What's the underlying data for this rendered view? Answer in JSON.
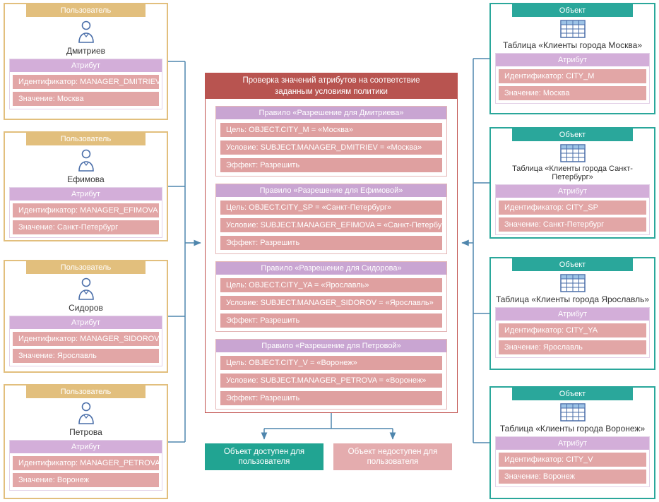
{
  "icons": {
    "user": "person-icon",
    "object": "table-icon"
  },
  "colors": {
    "user_header": "#e2bf7d",
    "object_header": "#2aa79b",
    "attribute_header": "#d3aed9",
    "attribute_row": "#e2a6a6",
    "policy_header": "#b85450",
    "rule_header": "#c9a5d2",
    "rule_row": "#dfa0a0",
    "result_allow": "#21a492",
    "result_deny": "#e4acae",
    "connector": "#4f86ad"
  },
  "users": [
    {
      "header": "Пользователь",
      "name": "Дмитриев",
      "attr_header": "Атрибут",
      "id": "Идентификатор: MANAGER_DMITRIEV",
      "value": "Значение: Москва"
    },
    {
      "header": "Пользователь",
      "name": "Ефимова",
      "attr_header": "Атрибут",
      "id": "Идентификатор: MANAGER_EFIMOVA",
      "value": "Значение: Санкт-Петербург"
    },
    {
      "header": "Пользователь",
      "name": "Сидоров",
      "attr_header": "Атрибут",
      "id": "Идентификатор: MANAGER_SIDOROV",
      "value": "Значение: Ярославль"
    },
    {
      "header": "Пользователь",
      "name": "Петрова",
      "attr_header": "Атрибут",
      "id": "Идентификатор: MANAGER_PETROVA",
      "value": "Значение: Воронеж"
    }
  ],
  "objects": [
    {
      "header": "Объект",
      "title": "Таблица «Клиенты города Москва»",
      "attr_header": "Атрибут",
      "id": "Идентификатор: CITY_M",
      "value": "Значение: Москва"
    },
    {
      "header": "Объект",
      "title": "Таблица «Клиенты города Санкт-Петербург»",
      "attr_header": "Атрибут",
      "id": "Идентификатор: CITY_SP",
      "value": "Значение: Санкт-Петербург"
    },
    {
      "header": "Объект",
      "title": "Таблица «Клиенты города Ярославль»",
      "attr_header": "Атрибут",
      "id": "Идентификатор: CITY_YA",
      "value": "Значение: Ярославль"
    },
    {
      "header": "Объект",
      "title": "Таблица «Клиенты города Воронеж»",
      "attr_header": "Атрибут",
      "id": "Идентификатор: CITY_V",
      "value": "Значение: Воронеж"
    }
  ],
  "policy": {
    "title": "Проверка значений атрибутов на соответствие заданным условиям политики",
    "rules": [
      {
        "header": "Правило «Разрешение для Дмитриева»",
        "target": "Цель: OBJECT.CITY_M = «Москва»",
        "condition": "Условие: SUBJECT.MANAGER_DMITRIEV = «Москва»",
        "effect": "Эффект: Разрешить"
      },
      {
        "header": "Правило «Разрешение для Ефимовой»",
        "target": "Цель: OBJECT.CITY_SP = «Санкт-Петербург»",
        "condition": "Условие: SUBJECT.MANAGER_EFIMOVA = «Санкт-Петербург»",
        "effect": "Эффект: Разрешить"
      },
      {
        "header": "Правило «Разрешение для Сидорова»",
        "target": "Цель: OBJECT.CITY_YA = «Ярославль»",
        "condition": "Условие: SUBJECT.MANAGER_SIDOROV = «Ярославль»",
        "effect": "Эффект: Разрешить"
      },
      {
        "header": "Правило «Разрешение для Петровой»",
        "target": "Цель: OBJECT.CITY_V = «Воронеж»",
        "condition": "Условие: SUBJECT.MANAGER_PETROVA = «Воронеж»",
        "effect": "Эффект: Разрешить"
      }
    ]
  },
  "results": {
    "allow": "Объект доступен для пользователя",
    "deny": "Объект недоступен для пользователя"
  }
}
